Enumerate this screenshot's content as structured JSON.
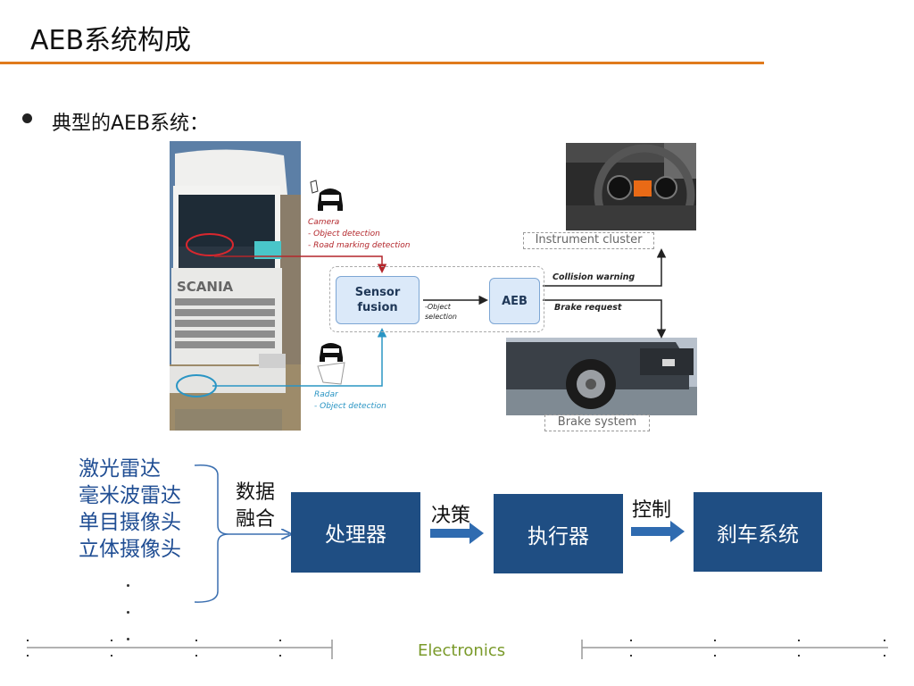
{
  "slide": {
    "title": "AEB系统构成",
    "bullet": "典型的AEB系统："
  },
  "diagram": {
    "camera": {
      "title": "Camera",
      "items": [
        "- Object detection",
        "- Road marking detection"
      ]
    },
    "radar": {
      "title": "Radar",
      "items": [
        "- Object detection"
      ]
    },
    "sensor_fusion": "Sensor fusion",
    "sensor_fusion_lines": [
      "Sensor",
      "fusion"
    ],
    "object_selection_lines": [
      "-Object",
      "selection"
    ],
    "aeb": "AEB",
    "collision_warning": "Collision warning",
    "brake_request": "Brake request",
    "instrument_cluster": "Instrument cluster",
    "brake_system": "Brake system",
    "truck_brand": "SCANIA",
    "colors": {
      "camera": "#b3262b",
      "radar": "#2a95c4",
      "node_fill": "#dbe9f9"
    }
  },
  "flow": {
    "sources": [
      "激光雷达",
      "毫米波雷达",
      "单目摄像头",
      "立体摄像头"
    ],
    "fusion_label": [
      "数据",
      "融合"
    ],
    "processor": "处理器",
    "decision": "决策",
    "actuator": "执行器",
    "control": "控制",
    "brake": "刹车系统",
    "colors": {
      "box": "#1f4e83",
      "source_text": "#1f4d93"
    }
  },
  "footer": {
    "label": "Electronics",
    "colors": {
      "label": "#7a9a2a",
      "rule": "#e07a1c"
    }
  }
}
